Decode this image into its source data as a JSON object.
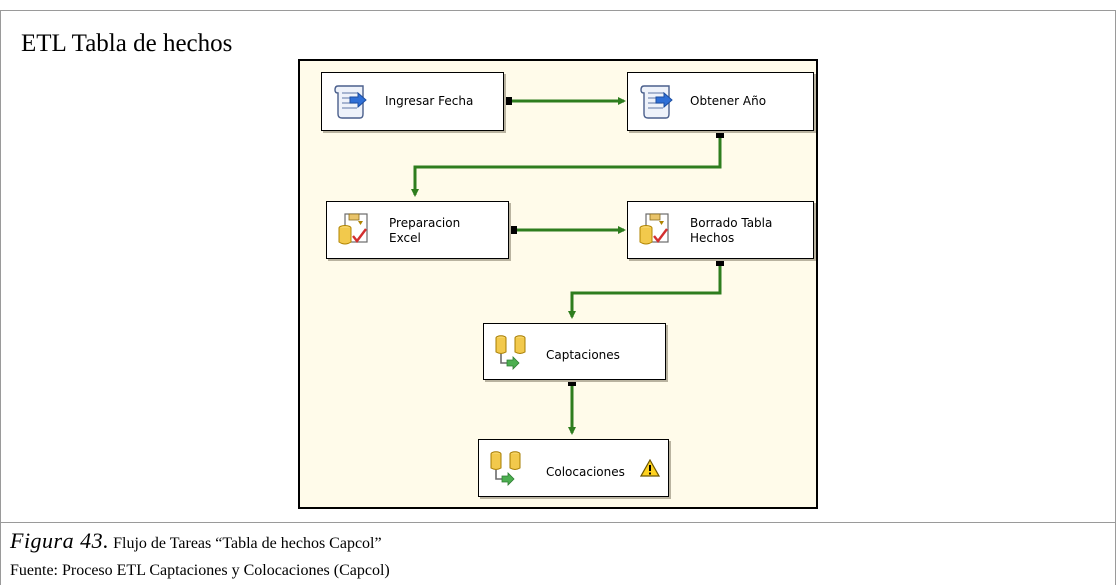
{
  "section_title": "ETL Tabla de hechos",
  "tasks": [
    {
      "label": "Ingresar Fecha",
      "icon": "script-task-icon"
    },
    {
      "label": "Obtener Año",
      "icon": "script-task-icon"
    },
    {
      "label": "Preparacion\nExcel",
      "icon": "sql-task-icon"
    },
    {
      "label": "Borrado Tabla\nHechos",
      "icon": "sql-task-icon"
    },
    {
      "label": "Captaciones",
      "icon": "data-flow-task-icon"
    },
    {
      "label": "Colocaciones",
      "icon": "data-flow-task-icon",
      "warning": true
    }
  ],
  "caption": {
    "figure": "Figura 43.",
    "text": " Flujo de Tareas “Tabla de hechos Capcol”"
  },
  "source": "Fuente: Proceso ETL Captaciones y Colocaciones (Capcol)",
  "colors": {
    "connector": "#2e7d1e",
    "canvas": "#fffbea"
  }
}
